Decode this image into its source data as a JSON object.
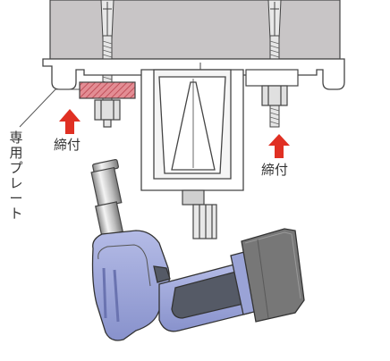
{
  "labels": {
    "plate": "専用プレート",
    "tighten_left": "締付",
    "tighten_right": "締付"
  },
  "colors": {
    "concrete": "#c8c5c6",
    "channel_fill": "#ffffff",
    "line": "#444444",
    "arrow": "#e03023",
    "plate_fill": "#e38d94",
    "plate_hatch": "#c0505a",
    "bolt_fill": "#e0e0e0",
    "tool_body": "#9aa3d6",
    "tool_grip": "#555a66",
    "battery": "#777777"
  },
  "icons": [
    "up-arrow-icon",
    "up-arrow-icon"
  ]
}
